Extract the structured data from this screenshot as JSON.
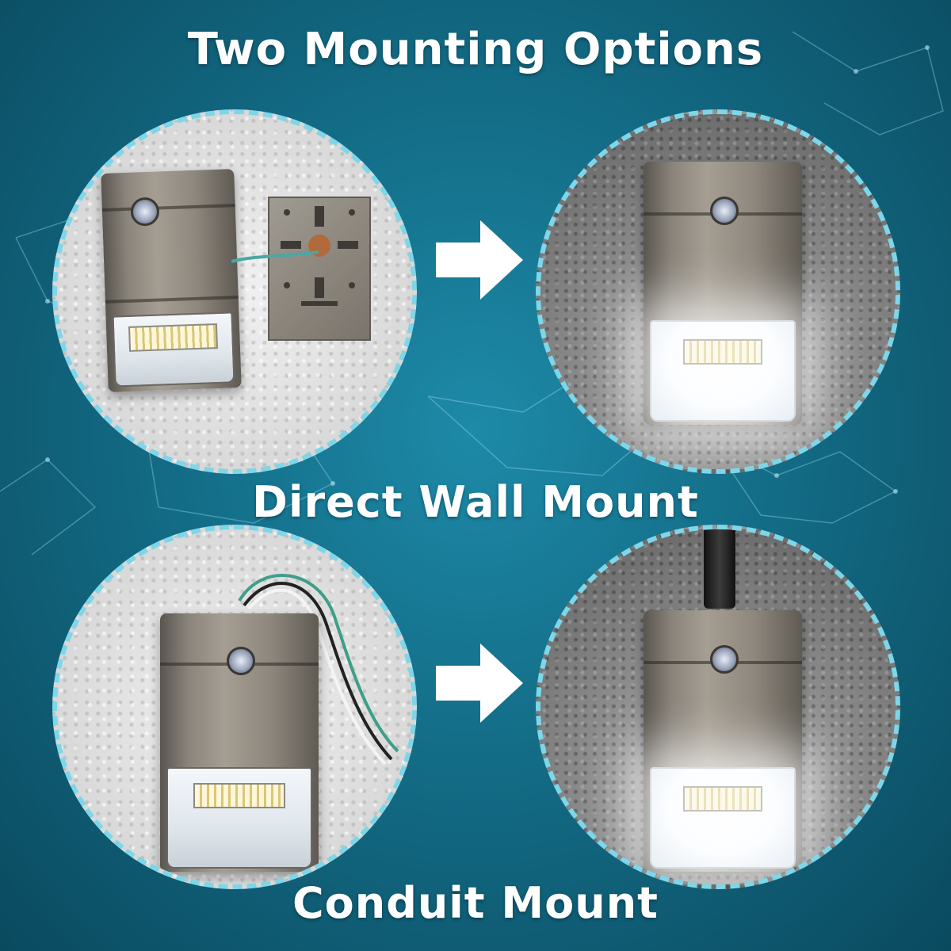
{
  "title": "Two Mounting Options",
  "sections": [
    {
      "label": "Direct Wall Mount"
    },
    {
      "label": "Conduit Mount"
    }
  ],
  "colors": {
    "background": "#136c86",
    "text": "#ffffff",
    "circle_border": "#7fd6e8",
    "arrow": "#ffffff"
  },
  "icons": [
    "right-arrow-icon",
    "right-arrow-icon"
  ]
}
